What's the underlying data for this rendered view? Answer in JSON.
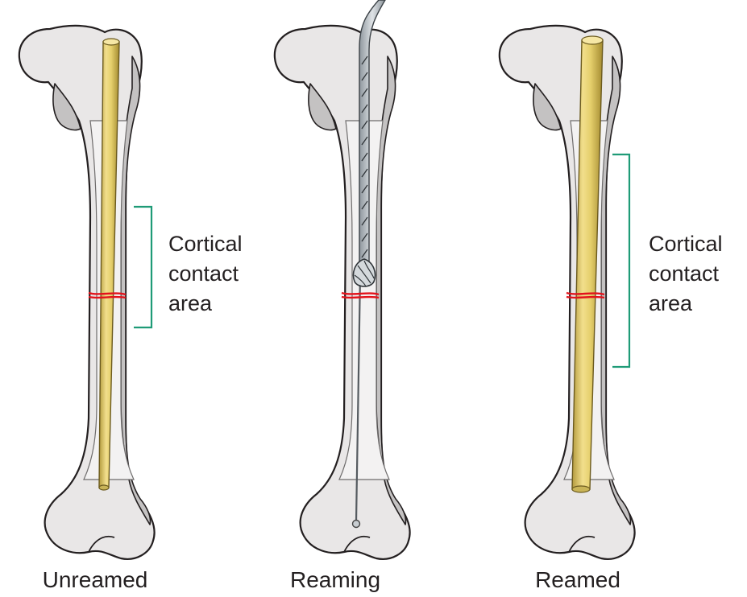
{
  "panels": [
    {
      "id": "unreamed",
      "caption": "Unreamed"
    },
    {
      "id": "reaming",
      "caption": "Reaming"
    },
    {
      "id": "reamed",
      "caption": "Reamed"
    }
  ],
  "annotations": {
    "unreamed": {
      "lines": [
        "Cortical",
        "contact",
        "area"
      ]
    },
    "reamed": {
      "lines": [
        "Cortical",
        "contact",
        "area"
      ]
    }
  },
  "colors": {
    "bone": "#e9e7e7",
    "bone_shadow": "#c4c2c2",
    "nail": "#d9c56f",
    "fracture_line": "#e3131b",
    "bracket": "#1f9b77",
    "guide_wire": "#6c757d"
  }
}
